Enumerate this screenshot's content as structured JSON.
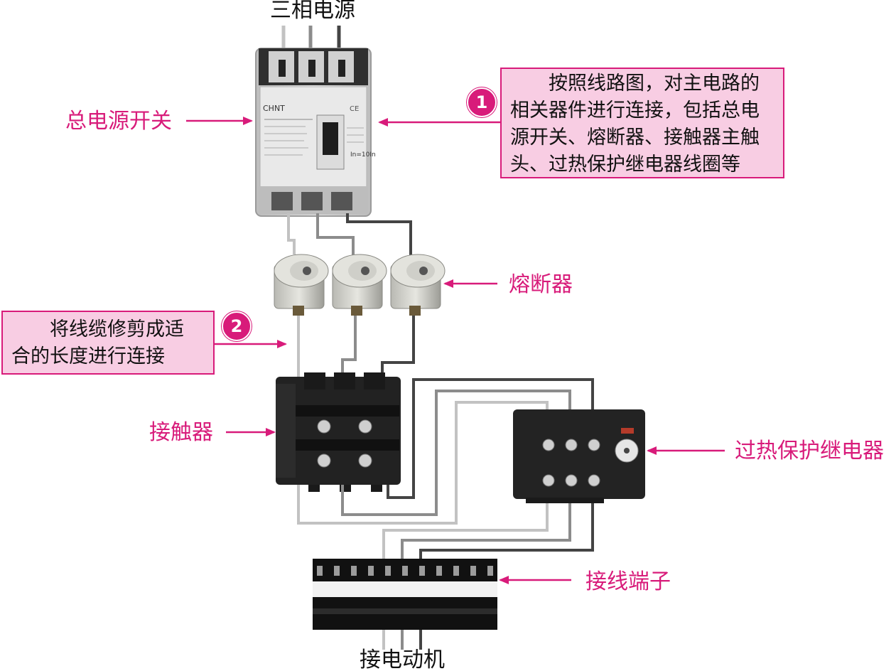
{
  "title_top": "三相电源",
  "title_bottom": "接电动机",
  "labels": {
    "breaker": "总电源开关",
    "fuse": "熔断器",
    "contactor": "接触器",
    "relay": "过热保护继电器",
    "terminal": "接线端子"
  },
  "breaker_brand": "CHNT",
  "breaker_rating": "In=10In",
  "note1": {
    "badge": "1",
    "lines": [
      "按照线路图，对主电路的",
      "相关器件进行连接，包括总电",
      "源开关、熔断器、接触器主触",
      "头、过热保护继电器线圈等"
    ]
  },
  "note2": {
    "badge": "2",
    "lines": [
      "将线缆修剪成适",
      "合的长度进行连接"
    ]
  },
  "colors": {
    "accent": "#d81b7a",
    "note_bg": "#f8cde3",
    "wire_light": "#c2c2c2",
    "wire_mid": "#8c8c8c",
    "wire_dark": "#444444"
  }
}
